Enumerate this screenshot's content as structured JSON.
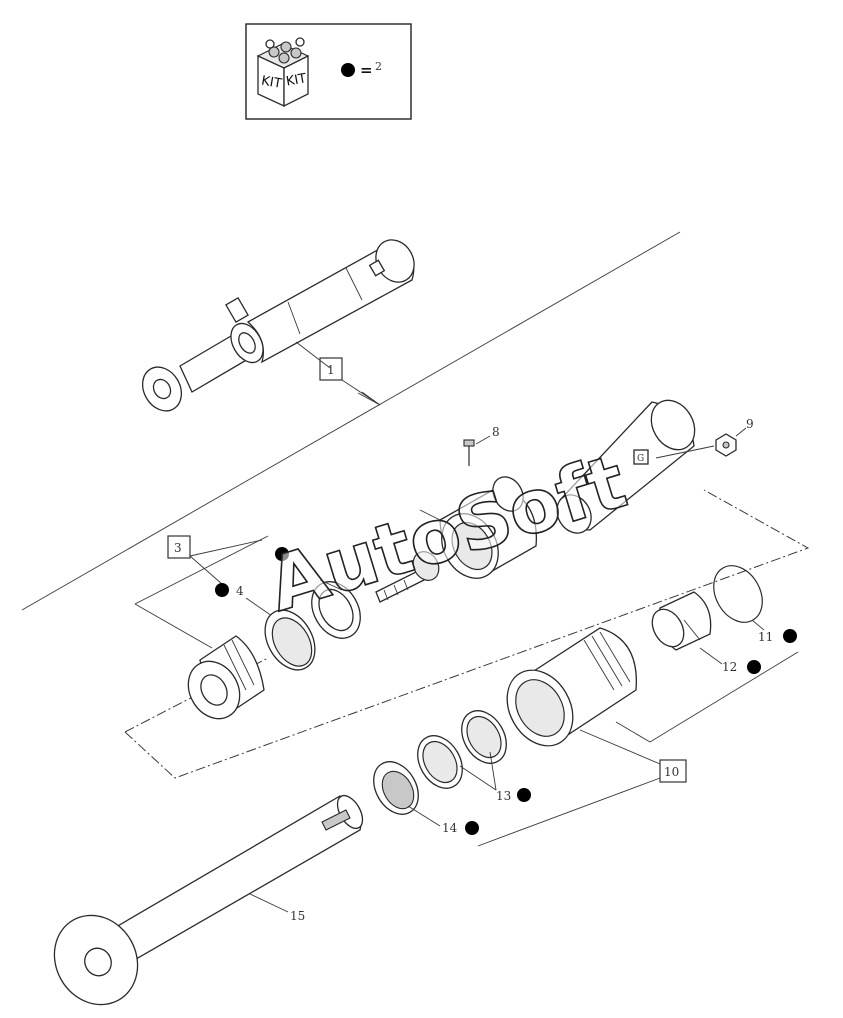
{
  "kit_legend": {
    "box_text_left": "KIT",
    "box_text_right": "KIT",
    "equals": "=",
    "value": "2"
  },
  "watermark": "AutoSoft",
  "callouts": {
    "c1": "1",
    "c3": "3",
    "c4": "4",
    "c8": "8",
    "c9": "9",
    "c10": "10",
    "c11": "11",
    "c12": "12",
    "c13": "13",
    "c14": "14",
    "c15": "15"
  }
}
